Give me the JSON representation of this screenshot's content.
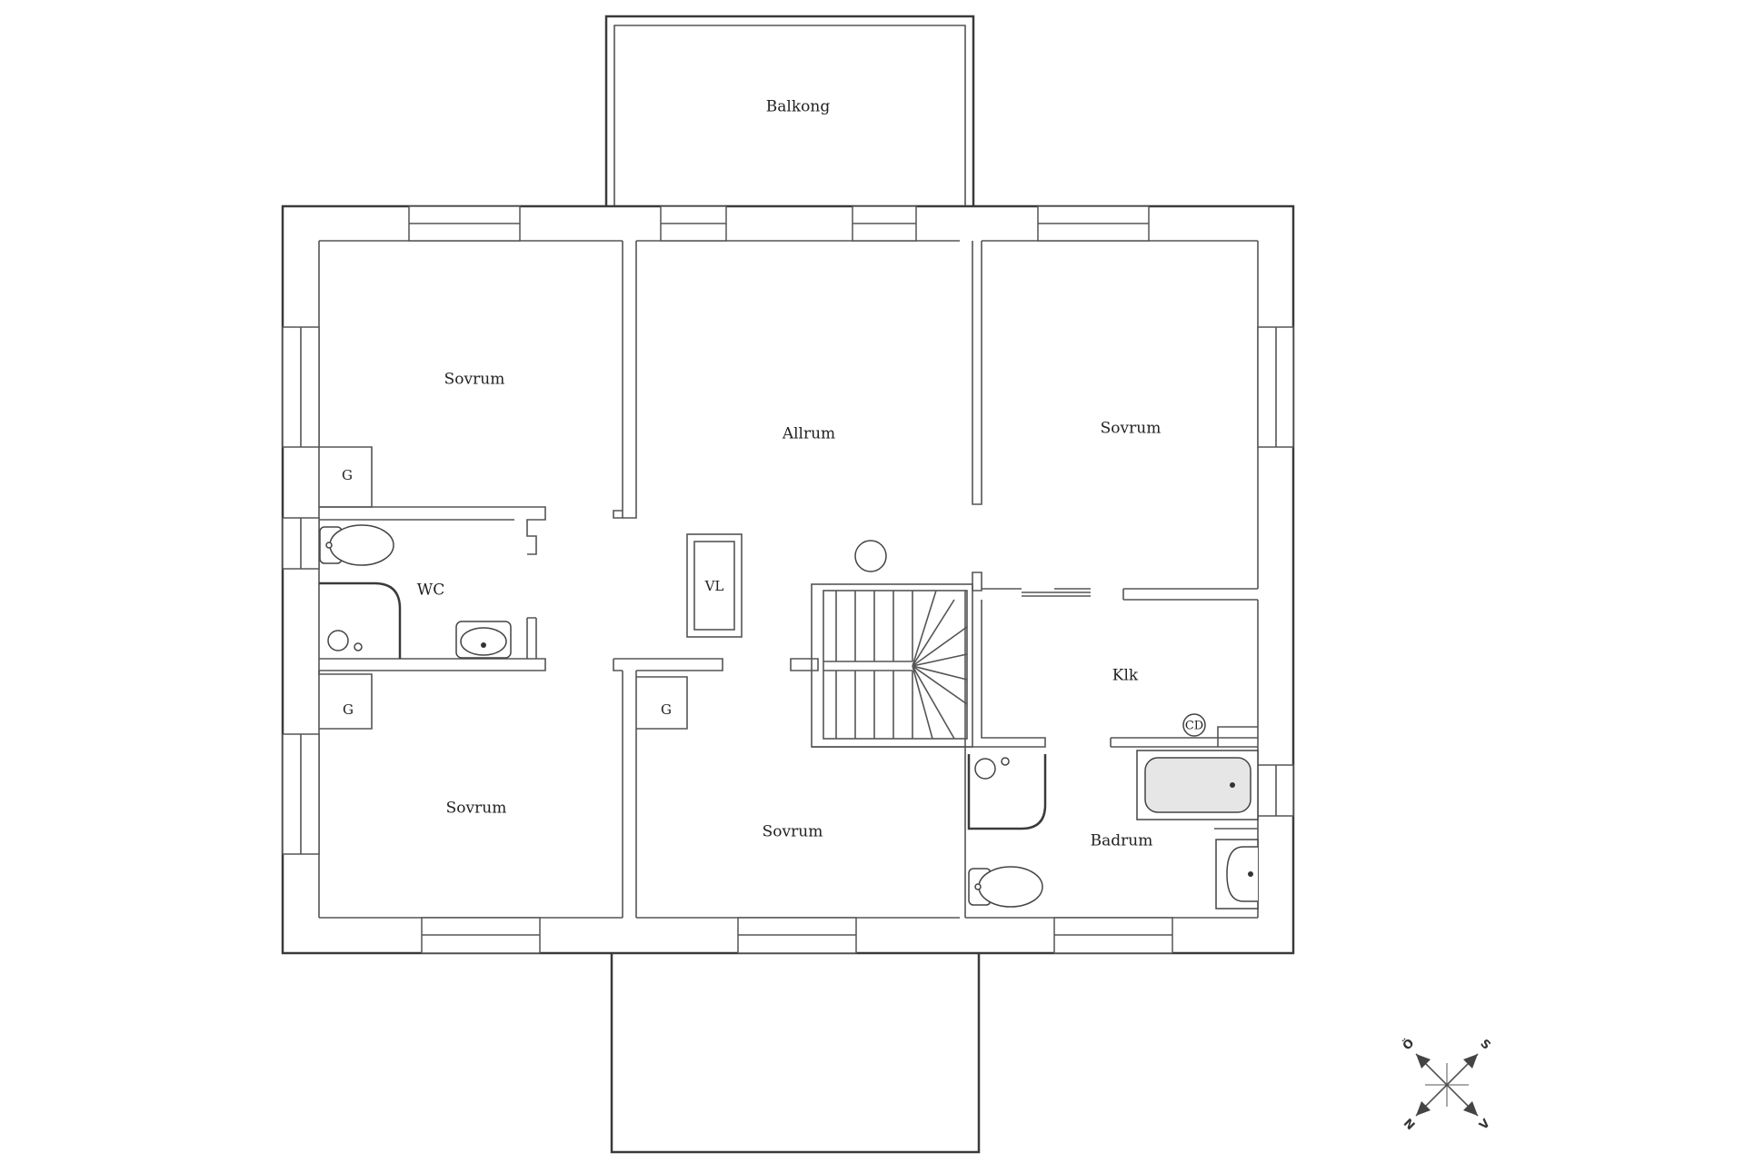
{
  "rooms": {
    "balcony": "Balkong",
    "bedroom_nw": "Sovrum",
    "family_room": "Allrum",
    "bedroom_ne": "Sovrum",
    "wc": "WC",
    "bedroom_sw": "Sovrum",
    "bedroom_s": "Sovrum",
    "laundry": "Klk",
    "bathroom": "Badrum"
  },
  "labels": {
    "closet_1": "G",
    "closet_2": "G",
    "closet_3": "G",
    "vl": "VL",
    "cd": "CD"
  },
  "compass": {
    "o": "Ö",
    "s": "S",
    "n": "N",
    "v": "V"
  },
  "colors": {
    "wall": "#3a3a3a",
    "fixture_fill": "#e6e6e6"
  }
}
